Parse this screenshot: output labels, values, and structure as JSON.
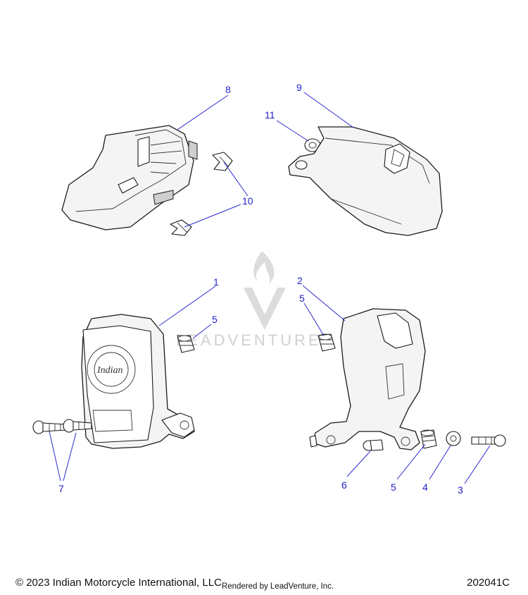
{
  "watermark": {
    "text": "LEADVENTURE"
  },
  "callouts": [
    {
      "id": "c8",
      "label": "8"
    },
    {
      "id": "c9",
      "label": "9"
    },
    {
      "id": "c11",
      "label": "11"
    },
    {
      "id": "c10",
      "label": "10"
    },
    {
      "id": "c1",
      "label": "1"
    },
    {
      "id": "c5a",
      "label": "5"
    },
    {
      "id": "c2",
      "label": "2"
    },
    {
      "id": "c5b",
      "label": "5"
    },
    {
      "id": "c7",
      "label": "7"
    },
    {
      "id": "c6",
      "label": "6"
    },
    {
      "id": "c5c",
      "label": "5"
    },
    {
      "id": "c4",
      "label": "4"
    },
    {
      "id": "c3",
      "label": "3"
    }
  ],
  "footer": {
    "copyright": "© 2023 Indian Motorcycle International, LLC",
    "rendered_by": "Rendered by LeadVenture, Inc.",
    "diagram_code": "202041C"
  }
}
